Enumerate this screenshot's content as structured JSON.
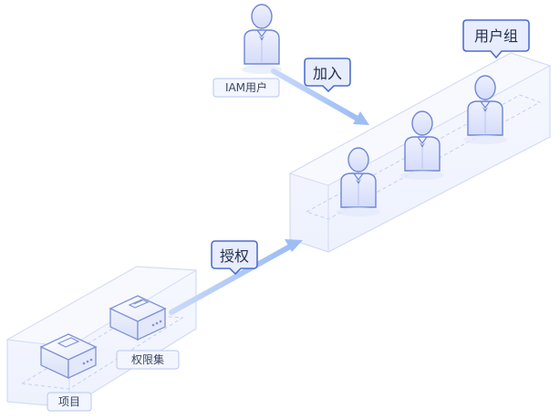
{
  "diagram": {
    "iam_user_label": "IAM用户",
    "join_label": "加入",
    "user_group_label": "用户组",
    "authorize_label": "授权",
    "permission_set_label": "权限集",
    "project_label": "项目"
  },
  "colors": {
    "accent": "#4f6fd0",
    "arrow": "#a8c3f3",
    "platform_edge": "#cdd6f3",
    "platform_fill": "#f4f6fd",
    "person_fill": "#dfe5fb",
    "person_stroke": "#6f86d6"
  },
  "icons": {
    "person": "user-icon",
    "box": "cube-icon"
  }
}
